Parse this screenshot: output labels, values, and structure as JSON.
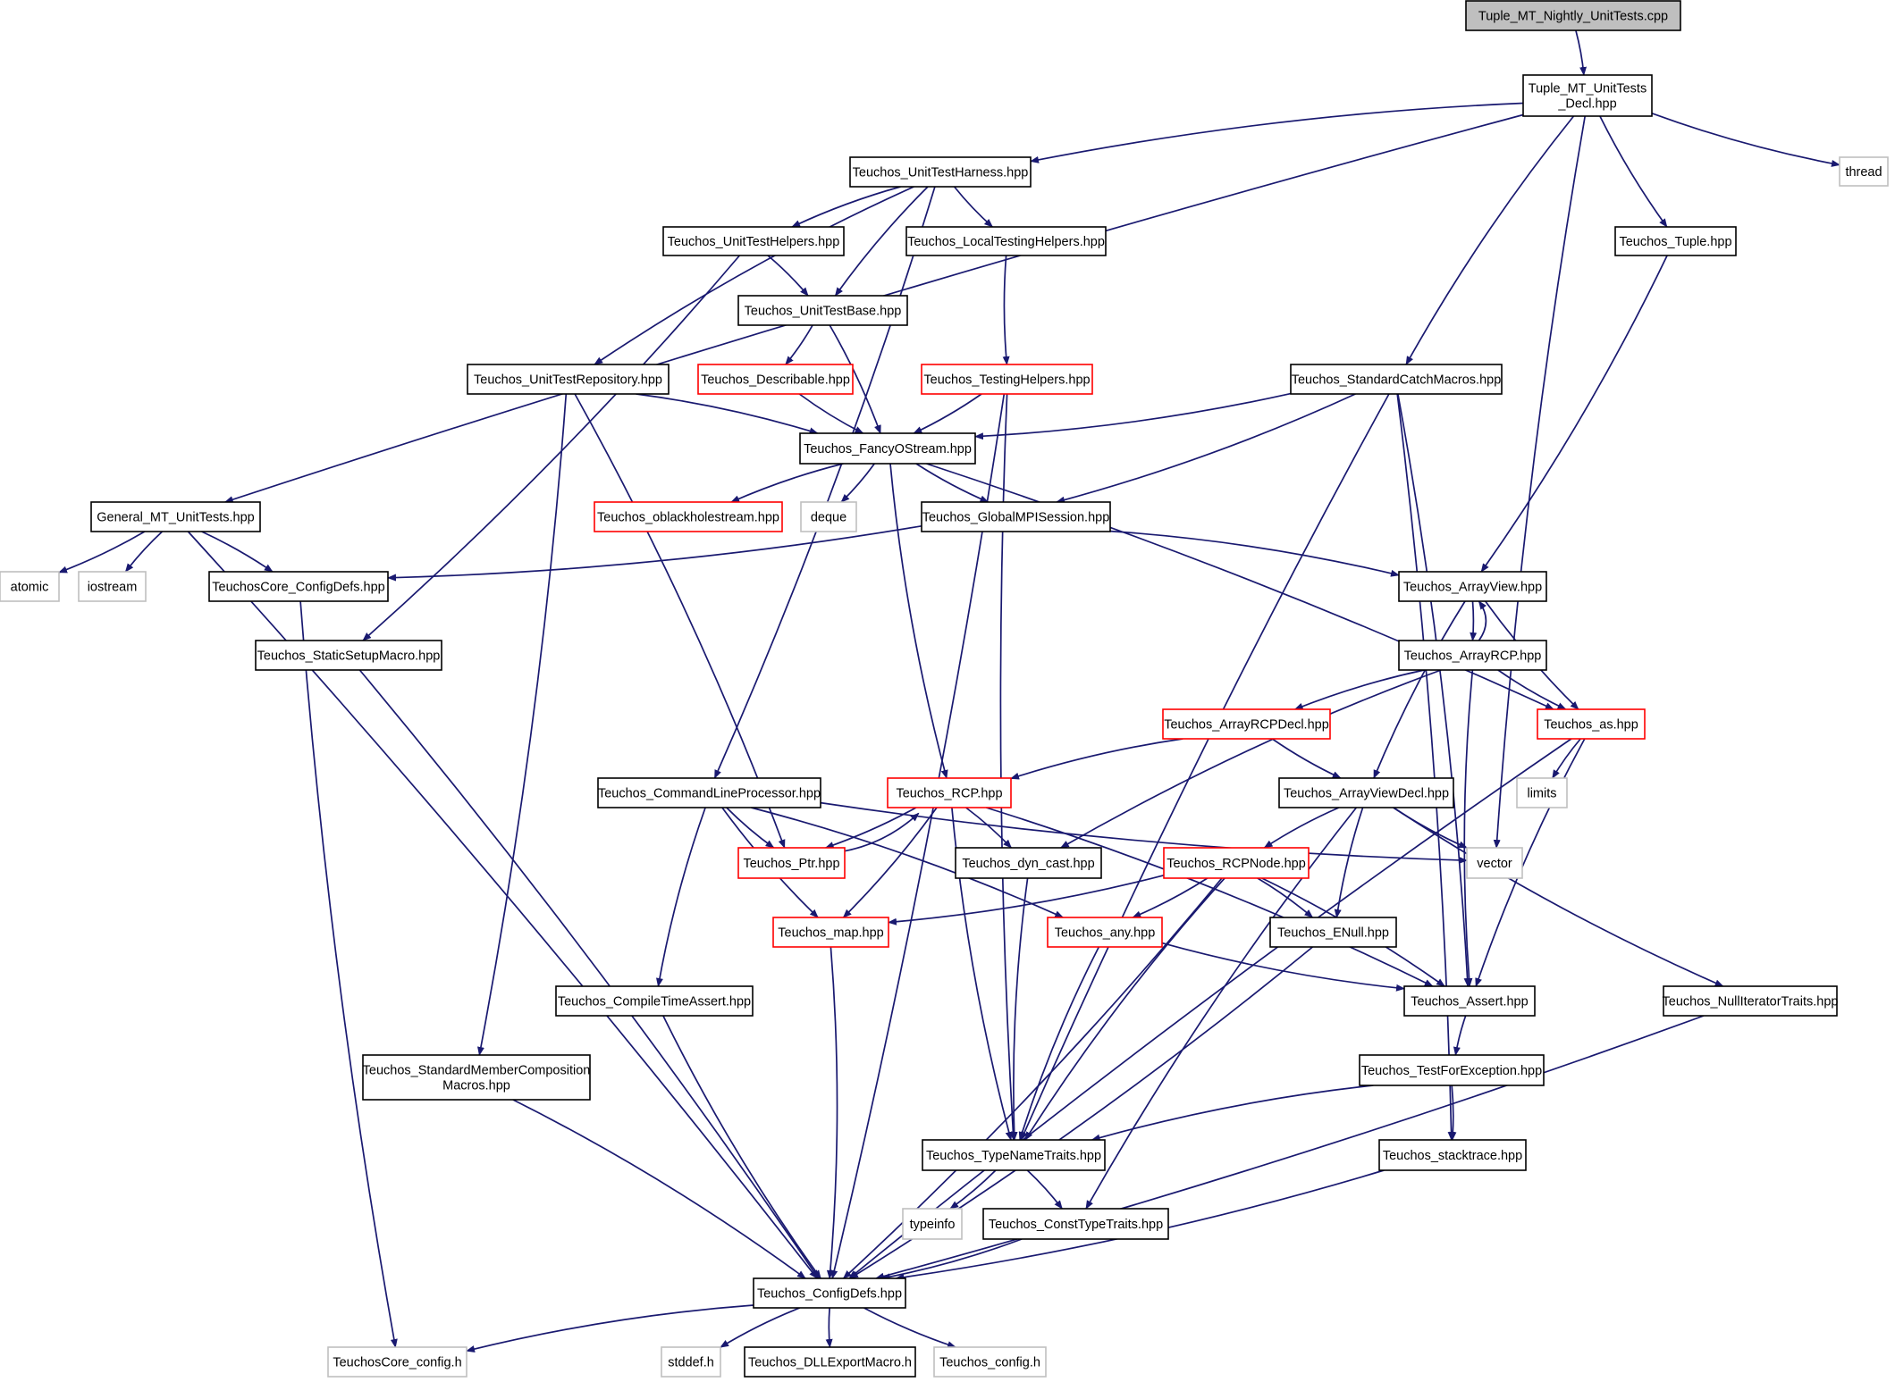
{
  "colors": {
    "edge": "#191970",
    "border_normal": "#000000",
    "border_truncated": "#ff0000",
    "border_external": "#bfbfbf",
    "fill_root": "#bfbfbf",
    "fill_default": "#ffffff"
  },
  "nodes": [
    {
      "id": "root",
      "lines": [
        "Tuple_MT_Nightly_UnitTests.cpp"
      ],
      "kind": "root"
    },
    {
      "id": "decl",
      "lines": [
        "Tuple_MT_UnitTests",
        "_Decl.hpp"
      ],
      "kind": "normal"
    },
    {
      "id": "thread",
      "lines": [
        "thread"
      ],
      "kind": "external"
    },
    {
      "id": "harness",
      "lines": [
        "Teuchos_UnitTestHarness.hpp"
      ],
      "kind": "normal"
    },
    {
      "id": "tuple",
      "lines": [
        "Teuchos_Tuple.hpp"
      ],
      "kind": "normal"
    },
    {
      "id": "uthelpers",
      "lines": [
        "Teuchos_UnitTestHelpers.hpp"
      ],
      "kind": "normal"
    },
    {
      "id": "localtesting",
      "lines": [
        "Teuchos_LocalTestingHelpers.hpp"
      ],
      "kind": "normal"
    },
    {
      "id": "utbase",
      "lines": [
        "Teuchos_UnitTestBase.hpp"
      ],
      "kind": "normal"
    },
    {
      "id": "utrepo",
      "lines": [
        "Teuchos_UnitTestRepository.hpp"
      ],
      "kind": "normal"
    },
    {
      "id": "describable",
      "lines": [
        "Teuchos_Describable.hpp"
      ],
      "kind": "truncated"
    },
    {
      "id": "testinghelpers",
      "lines": [
        "Teuchos_TestingHelpers.hpp"
      ],
      "kind": "truncated"
    },
    {
      "id": "stdcatch",
      "lines": [
        "Teuchos_StandardCatchMacros.hpp"
      ],
      "kind": "normal"
    },
    {
      "id": "fancy",
      "lines": [
        "Teuchos_FancyOStream.hpp"
      ],
      "kind": "normal"
    },
    {
      "id": "general",
      "lines": [
        "General_MT_UnitTests.hpp"
      ],
      "kind": "normal"
    },
    {
      "id": "oblackhole",
      "lines": [
        "Teuchos_oblackholestream.hpp"
      ],
      "kind": "truncated"
    },
    {
      "id": "deque",
      "lines": [
        "deque"
      ],
      "kind": "external"
    },
    {
      "id": "globalmpi",
      "lines": [
        "Teuchos_GlobalMPISession.hpp"
      ],
      "kind": "normal"
    },
    {
      "id": "atomic",
      "lines": [
        "atomic"
      ],
      "kind": "external"
    },
    {
      "id": "iostream",
      "lines": [
        "iostream"
      ],
      "kind": "external"
    },
    {
      "id": "coreconfig",
      "lines": [
        "TeuchosCore_ConfigDefs.hpp"
      ],
      "kind": "normal"
    },
    {
      "id": "arrayview",
      "lines": [
        "Teuchos_ArrayView.hpp"
      ],
      "kind": "normal"
    },
    {
      "id": "staticsetup",
      "lines": [
        "Teuchos_StaticSetupMacro.hpp"
      ],
      "kind": "normal"
    },
    {
      "id": "arrayrcp",
      "lines": [
        "Teuchos_ArrayRCP.hpp"
      ],
      "kind": "normal"
    },
    {
      "id": "arrayrcpdecl",
      "lines": [
        "Teuchos_ArrayRCPDecl.hpp"
      ],
      "kind": "truncated"
    },
    {
      "id": "as",
      "lines": [
        "Teuchos_as.hpp"
      ],
      "kind": "truncated"
    },
    {
      "id": "limits",
      "lines": [
        "limits"
      ],
      "kind": "external"
    },
    {
      "id": "cmdline",
      "lines": [
        "Teuchos_CommandLineProcessor.hpp"
      ],
      "kind": "normal"
    },
    {
      "id": "rcp",
      "lines": [
        "Teuchos_RCP.hpp"
      ],
      "kind": "truncated"
    },
    {
      "id": "arrayviewdecl",
      "lines": [
        "Teuchos_ArrayViewDecl.hpp"
      ],
      "kind": "normal"
    },
    {
      "id": "ptr",
      "lines": [
        "Teuchos_Ptr.hpp"
      ],
      "kind": "truncated"
    },
    {
      "id": "dyncast",
      "lines": [
        "Teuchos_dyn_cast.hpp"
      ],
      "kind": "normal"
    },
    {
      "id": "rcpnode",
      "lines": [
        "Teuchos_RCPNode.hpp"
      ],
      "kind": "truncated"
    },
    {
      "id": "vector",
      "lines": [
        "vector"
      ],
      "kind": "external"
    },
    {
      "id": "map",
      "lines": [
        "Teuchos_map.hpp"
      ],
      "kind": "truncated"
    },
    {
      "id": "any",
      "lines": [
        "Teuchos_any.hpp"
      ],
      "kind": "truncated"
    },
    {
      "id": "enull",
      "lines": [
        "Teuchos_ENull.hpp"
      ],
      "kind": "normal"
    },
    {
      "id": "compiletime",
      "lines": [
        "Teuchos_CompileTimeAssert.hpp"
      ],
      "kind": "normal"
    },
    {
      "id": "assert",
      "lines": [
        "Teuchos_Assert.hpp"
      ],
      "kind": "normal"
    },
    {
      "id": "nulliter",
      "lines": [
        "Teuchos_NullIteratorTraits.hpp"
      ],
      "kind": "normal"
    },
    {
      "id": "stdmember",
      "lines": [
        "Teuchos_StandardMemberComposition",
        "Macros.hpp"
      ],
      "kind": "normal"
    },
    {
      "id": "testforexc",
      "lines": [
        "Teuchos_TestForException.hpp"
      ],
      "kind": "normal"
    },
    {
      "id": "typename",
      "lines": [
        "Teuchos_TypeNameTraits.hpp"
      ],
      "kind": "normal"
    },
    {
      "id": "stacktrace",
      "lines": [
        "Teuchos_stacktrace.hpp"
      ],
      "kind": "normal"
    },
    {
      "id": "typeinfo",
      "lines": [
        "typeinfo"
      ],
      "kind": "external"
    },
    {
      "id": "consttype",
      "lines": [
        "Teuchos_ConstTypeTraits.hpp"
      ],
      "kind": "normal"
    },
    {
      "id": "configdefs",
      "lines": [
        "Teuchos_ConfigDefs.hpp"
      ],
      "kind": "normal"
    },
    {
      "id": "coreconfigh",
      "lines": [
        "TeuchosCore_config.h"
      ],
      "kind": "external"
    },
    {
      "id": "stddef",
      "lines": [
        "stddef.h"
      ],
      "kind": "external"
    },
    {
      "id": "dllexport",
      "lines": [
        "Teuchos_DLLExportMacro.h"
      ],
      "kind": "normal"
    },
    {
      "id": "configh",
      "lines": [
        "Teuchos_config.h"
      ],
      "kind": "external"
    }
  ],
  "edges": [
    [
      "root",
      "decl"
    ],
    [
      "decl",
      "thread"
    ],
    [
      "decl",
      "harness"
    ],
    [
      "decl",
      "tuple"
    ],
    [
      "decl",
      "stdcatch"
    ],
    [
      "decl",
      "general"
    ],
    [
      "decl",
      "vector"
    ],
    [
      "harness",
      "uthelpers"
    ],
    [
      "harness",
      "localtesting"
    ],
    [
      "harness",
      "utbase"
    ],
    [
      "harness",
      "utrepo"
    ],
    [
      "harness",
      "cmdline"
    ],
    [
      "tuple",
      "arrayview"
    ],
    [
      "uthelpers",
      "utbase"
    ],
    [
      "uthelpers",
      "staticsetup"
    ],
    [
      "localtesting",
      "testinghelpers"
    ],
    [
      "utbase",
      "describable"
    ],
    [
      "utbase",
      "fancy"
    ],
    [
      "utrepo",
      "fancy"
    ],
    [
      "utrepo",
      "ptr"
    ],
    [
      "utrepo",
      "stdmember"
    ],
    [
      "describable",
      "fancy"
    ],
    [
      "testinghelpers",
      "fancy"
    ],
    [
      "testinghelpers",
      "typename"
    ],
    [
      "testinghelpers",
      "configdefs"
    ],
    [
      "stdcatch",
      "fancy"
    ],
    [
      "stdcatch",
      "globalmpi"
    ],
    [
      "stdcatch",
      "assert"
    ],
    [
      "stdcatch",
      "typename"
    ],
    [
      "stdcatch",
      "stacktrace"
    ],
    [
      "fancy",
      "oblackhole"
    ],
    [
      "fancy",
      "deque"
    ],
    [
      "fancy",
      "globalmpi"
    ],
    [
      "fancy",
      "rcp"
    ],
    [
      "fancy",
      "as"
    ],
    [
      "general",
      "atomic"
    ],
    [
      "general",
      "iostream"
    ],
    [
      "general",
      "coreconfig"
    ],
    [
      "general",
      "configdefs"
    ],
    [
      "globalmpi",
      "coreconfig"
    ],
    [
      "globalmpi",
      "arrayview"
    ],
    [
      "coreconfig",
      "coreconfigh"
    ],
    [
      "arrayview",
      "arrayrcp"
    ],
    [
      "arrayview",
      "arrayviewdecl"
    ],
    [
      "arrayview",
      "as"
    ],
    [
      "staticsetup",
      "configdefs"
    ],
    [
      "arrayrcp",
      "arrayview"
    ],
    [
      "arrayrcp",
      "arrayrcpdecl"
    ],
    [
      "arrayrcp",
      "as"
    ],
    [
      "arrayrcp",
      "dyncast"
    ],
    [
      "arrayrcp",
      "assert"
    ],
    [
      "arrayrcpdecl",
      "rcp"
    ],
    [
      "arrayrcpdecl",
      "arrayviewdecl"
    ],
    [
      "as",
      "limits"
    ],
    [
      "as",
      "assert"
    ],
    [
      "as",
      "configdefs"
    ],
    [
      "cmdline",
      "ptr"
    ],
    [
      "cmdline",
      "map"
    ],
    [
      "cmdline",
      "any"
    ],
    [
      "cmdline",
      "compiletime"
    ],
    [
      "cmdline",
      "vector"
    ],
    [
      "rcp",
      "ptr"
    ],
    [
      "rcp",
      "dyncast"
    ],
    [
      "rcp",
      "map"
    ],
    [
      "rcp",
      "typename"
    ],
    [
      "rcp",
      "assert"
    ],
    [
      "ptr",
      "rcp"
    ],
    [
      "arrayviewdecl",
      "rcpnode"
    ],
    [
      "arrayviewdecl",
      "enull"
    ],
    [
      "arrayviewdecl",
      "vector"
    ],
    [
      "arrayviewdecl",
      "nulliter"
    ],
    [
      "arrayviewdecl",
      "consttype"
    ],
    [
      "dyncast",
      "typename"
    ],
    [
      "rcpnode",
      "map"
    ],
    [
      "rcpnode",
      "any"
    ],
    [
      "rcpnode",
      "enull"
    ],
    [
      "rcpnode",
      "assert"
    ],
    [
      "rcpnode",
      "typename"
    ],
    [
      "rcpnode",
      "configdefs"
    ],
    [
      "map",
      "configdefs"
    ],
    [
      "any",
      "assert"
    ],
    [
      "any",
      "typename"
    ],
    [
      "enull",
      "configdefs"
    ],
    [
      "compiletime",
      "configdefs"
    ],
    [
      "assert",
      "testforexc"
    ],
    [
      "nulliter",
      "configdefs"
    ],
    [
      "stdmember",
      "configdefs"
    ],
    [
      "testforexc",
      "typename"
    ],
    [
      "testforexc",
      "stacktrace"
    ],
    [
      "typename",
      "typeinfo"
    ],
    [
      "typename",
      "consttype"
    ],
    [
      "stacktrace",
      "configdefs"
    ],
    [
      "consttype",
      "configdefs"
    ],
    [
      "configdefs",
      "coreconfigh"
    ],
    [
      "configdefs",
      "stddef"
    ],
    [
      "configdefs",
      "dllexport"
    ],
    [
      "configdefs",
      "configh"
    ]
  ]
}
